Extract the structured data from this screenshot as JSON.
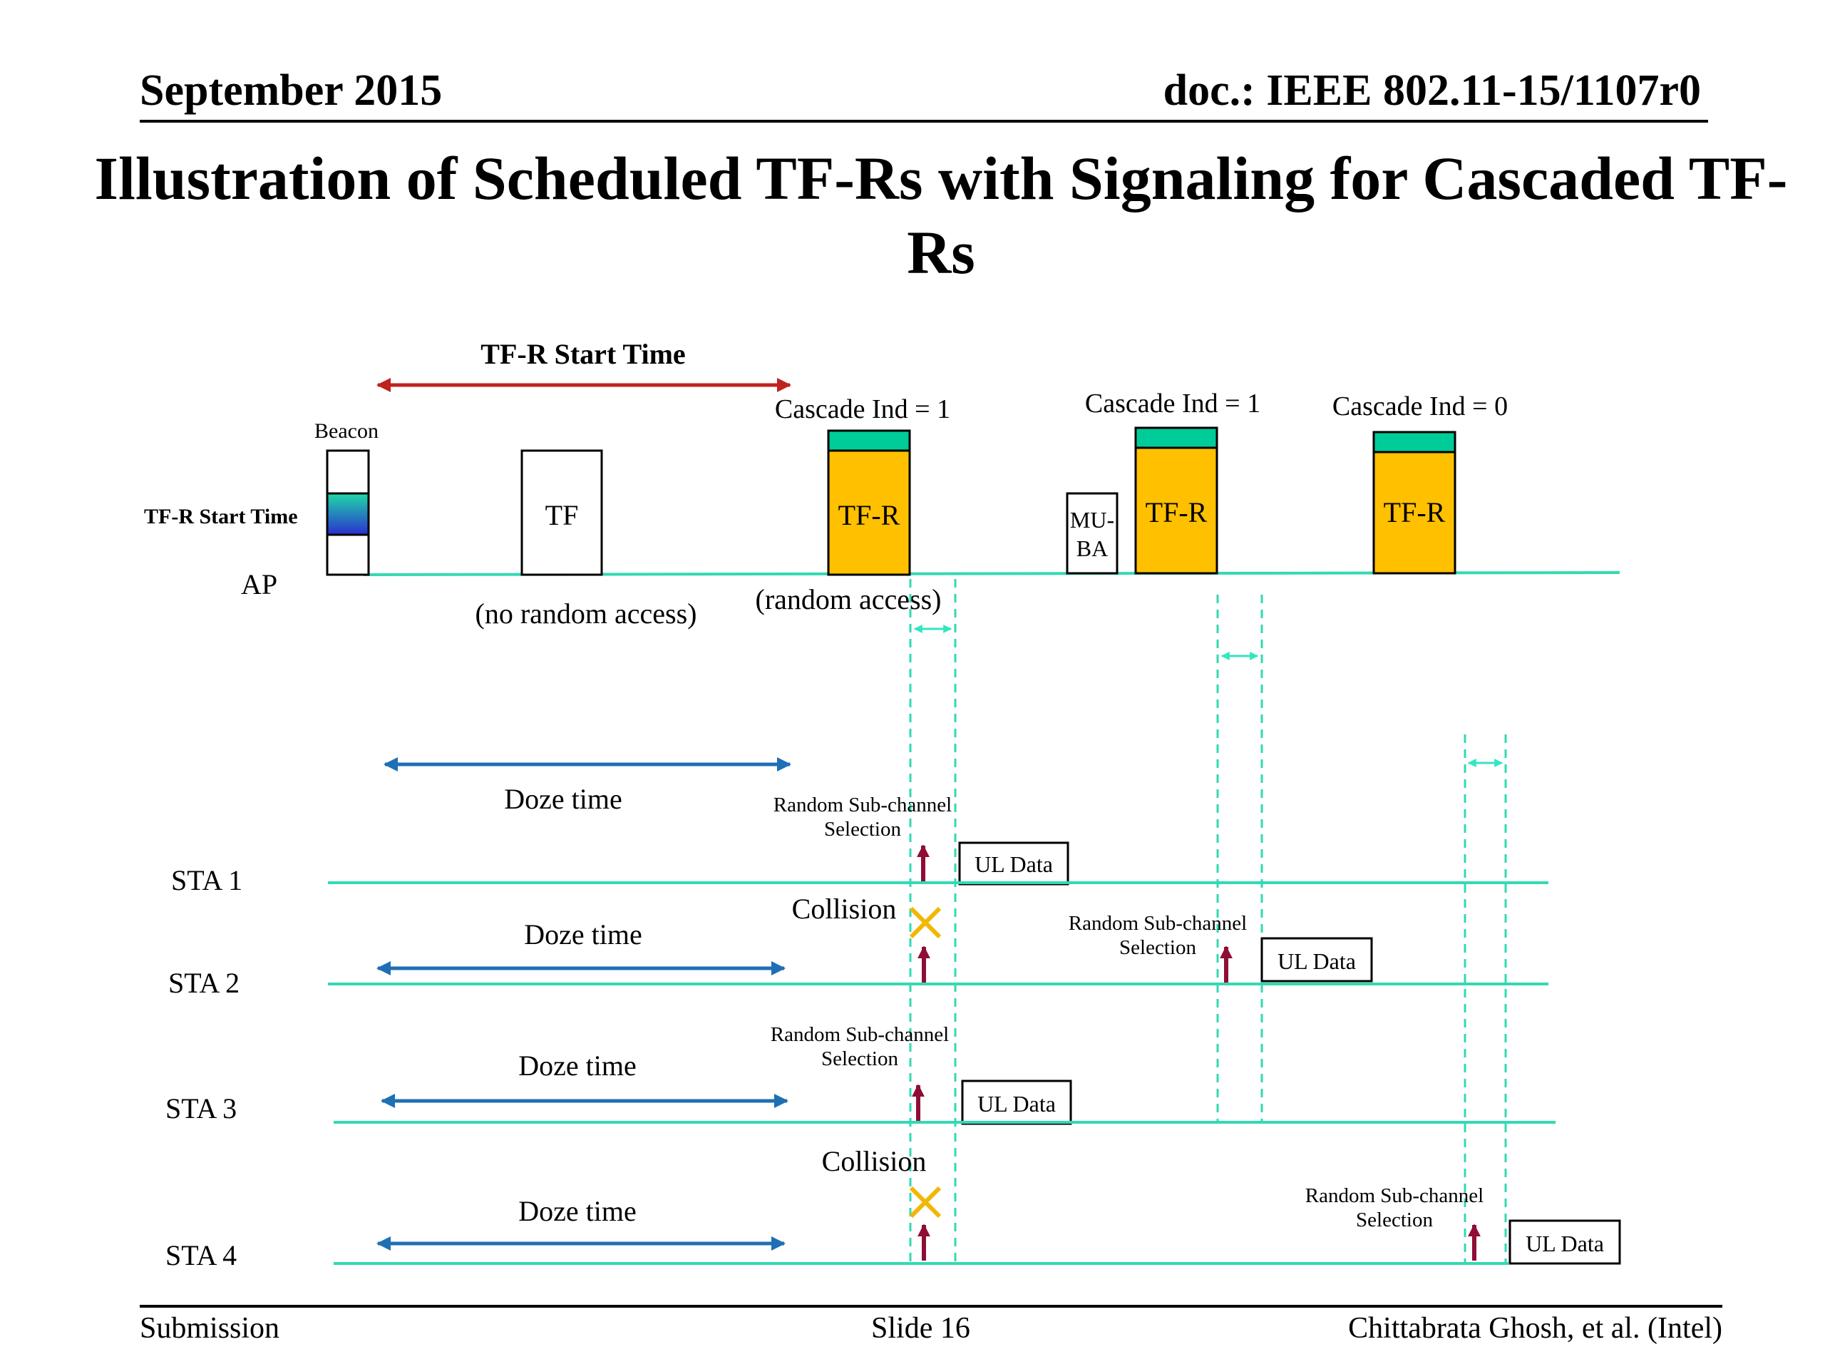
{
  "header": {
    "date": "September 2015",
    "doc": "doc.: IEEE 802.11-15/1107r0"
  },
  "title": "Illustration of Scheduled TF-Rs with Signaling for Cascaded TF-Rs",
  "diagram": {
    "tfr_start_time_top": "TF-R Start Time",
    "tfr_start_time_side": "TF-R Start Time",
    "beacon": "Beacon",
    "ap": "AP",
    "tf": "TF",
    "no_random_access": "(no random access)",
    "random_access": "(random access)",
    "tfr": "TF-R",
    "cascade_1a": "Cascade Ind = 1",
    "cascade_1b": "Cascade Ind = 1",
    "cascade_0": "Cascade Ind = 0",
    "muba_line1": "MU-",
    "muba_line2": "BA",
    "doze_time": "Doze time",
    "random_subchannel_line1": "Random Sub-channel",
    "random_subchannel_line2": "Selection",
    "ul_data": "UL Data",
    "collision": "Collision",
    "stations": [
      "STA 1",
      "STA 2",
      "STA 3",
      "STA 4"
    ]
  },
  "colors": {
    "tfr_fill": "#FFC000",
    "tfr_cap": "#00CC99",
    "timeline": "#33D9B2",
    "doze_arrow": "#1F6FB4",
    "start_arrow": "#C0211F",
    "tx_arrow": "#8E0E36",
    "collision_x": "#F2B705"
  },
  "footer": {
    "left": "Submission",
    "center": "Slide 16",
    "right": "Chittabrata Ghosh, et al. (Intel)"
  }
}
